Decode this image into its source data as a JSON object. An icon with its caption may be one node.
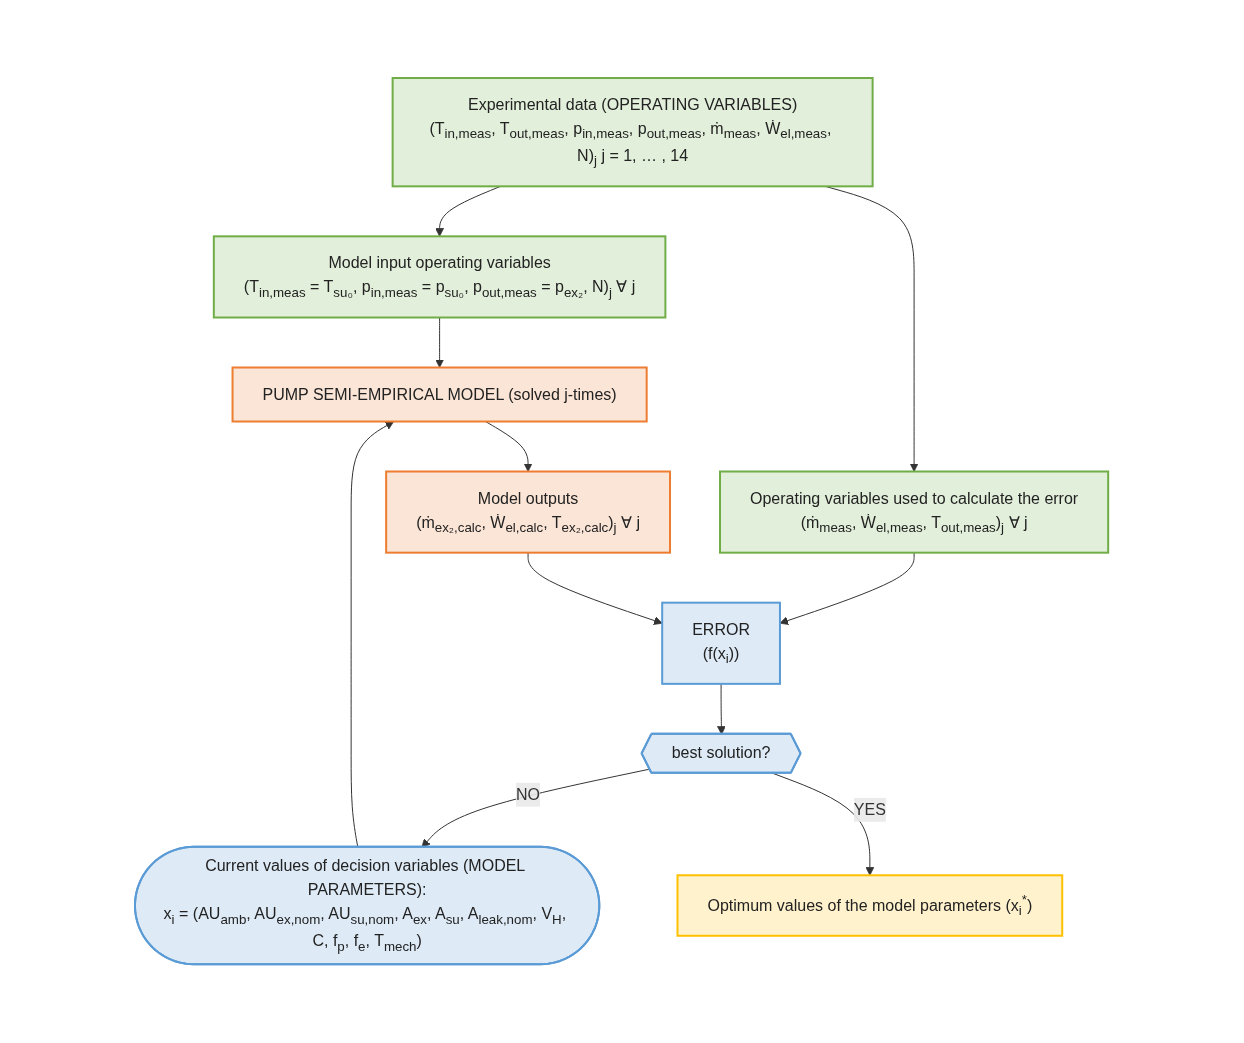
{
  "diagram": {
    "nodes": [
      {
        "text": [
          "Experimental data (OPERATING VARIABLES)",
          "(T$_{in,meas}$, T$_{out,meas}$, p$_{in,meas}$, p$_{out,meas}$, ṁ$_{meas}$, Ẇ$_{el,meas}$, N)$_{j}$ j = 1, … , 14"
        ]
      },
      {
        "text": [
          "Model input operating variables",
          "(T$_{in,meas}$ = T$_{su₀}$, p$_{in,meas}$ = p$_{su₀}$, p$_{out,meas}$ = p$_{ex₂}$, N)$_{j}$ ∀ j"
        ]
      },
      {
        "text": [
          "Operating variables used to calculate the error",
          "(ṁ$_{meas}$, Ẇ$_{el,meas}$, T$_{out,meas}$)$_{j}$ ∀ j"
        ]
      },
      {
        "text": [
          "ERROR",
          "(f(x$_{i}$))"
        ]
      },
      {
        "text": [
          "PUMP SEMI-EMPIRICAL MODEL (solved j-times)"
        ]
      },
      {
        "text": [
          "Current values of decision variables (MODEL PARAMETERS):",
          "x$_{i}$ = (AU$_{amb}$, AU$_{ex,nom}$, AU$_{su,nom}$, A$_{ex}$, A$_{su}$, A$_{leak,nom}$, V$_{H}$, C, f$_{p}$, f$_{e}$, T$_{mech}$)"
        ]
      },
      {
        "text": [
          "best solution?"
        ]
      },
      {
        "text": [
          "Model outputs",
          "(ṁ$_{ex₂,calc}$, Ẇ$_{el,calc}$, T$_{ex₂,calc}$)$_{j}$ ∀ j"
        ]
      },
      {
        "text": [
          "Optimum values of the model parameters (x$_{i}$$^{*}$)"
        ]
      }
    ],
    "edges": [
      {
        "from": 0,
        "to": 1,
        "arrow": "to"
      },
      {
        "from": 0,
        "to": 2,
        "arrow": "to"
      },
      {
        "from": 2,
        "to": 3,
        "arrow": "to"
      },
      {
        "from": 1,
        "to": 4,
        "arrow": "to"
      },
      {
        "from": 3,
        "to": 6,
        "arrow": "to"
      },
      {
        "from": 6,
        "to": 5,
        "arrow": "to",
        "label": "NO"
      },
      {
        "from": 5,
        "to": 4,
        "arrow": "to"
      },
      {
        "from": 4,
        "to": 7,
        "arrow": "to"
      },
      {
        "from": 7,
        "to": 3,
        "arrow": "to"
      },
      {
        "from": 6,
        "to": 8,
        "arrow": "to",
        "label": "YES"
      }
    ]
  }
}
